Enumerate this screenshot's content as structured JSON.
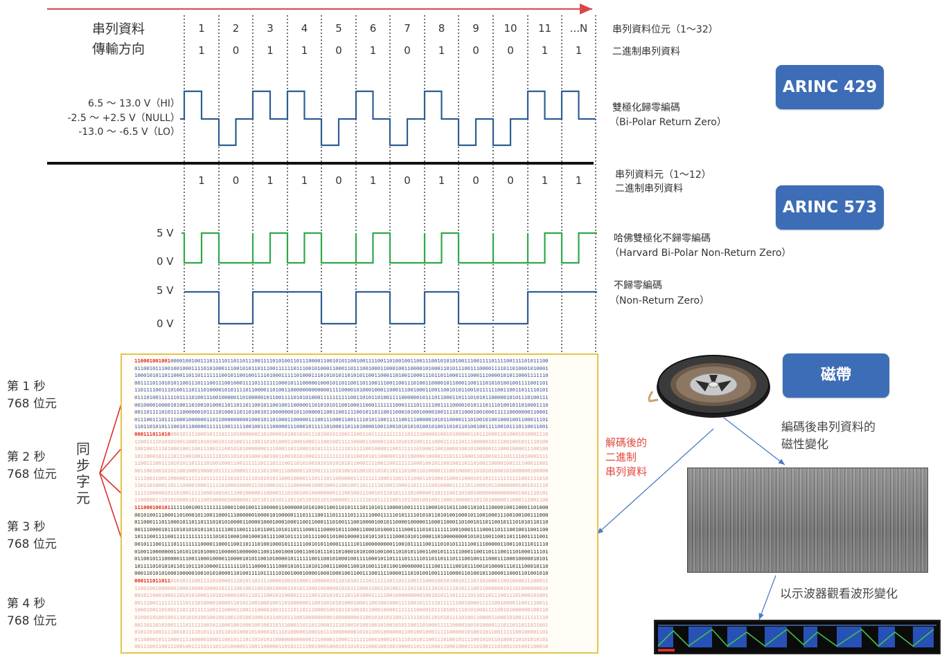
{
  "header": {
    "direction_line1": "串列資料",
    "direction_line2": "傳輸方向"
  },
  "bit_positions": [
    "1",
    "2",
    "3",
    "4",
    "5",
    "6",
    "7",
    "8",
    "9",
    "10",
    "11",
    "...N"
  ],
  "row_binary_429": [
    "1",
    "0",
    "1",
    "1",
    "0",
    "1",
    "0",
    "1",
    "0",
    "0",
    "1",
    "1"
  ],
  "row_binary_573": [
    "1",
    "0",
    "1",
    "1",
    "0",
    "1",
    "0",
    "1",
    "0",
    "0",
    "1",
    "1"
  ],
  "right_labels": {
    "bit_position_label": "串列資料位元（1～32）",
    "binary_label_429": "二進制串列資料",
    "bpr_zh": "雙極化歸零編碼",
    "bpr_en": "（Bi-Polar Return Zero）",
    "bit_position_label_573": "串列資料元（1～12）",
    "binary_label_573": "二進制串列資料",
    "hbp_zh": "哈佛雙極化不歸零編碼",
    "hbp_en": "（Harvard Bi-Polar Non-Return Zero）",
    "nrz_zh": "不歸零編碼",
    "nrz_en": "（Non-Return Zero）"
  },
  "voltage_labels": {
    "hi": "6.5 ～ 13.0 V（HI）",
    "null": "-2.5 ～ +2.5 V（NULL）",
    "lo": "-13.0 ～ -6.5 V（LO）",
    "v5_a": "5 V",
    "v0_a": "0 V",
    "v5_b": "5 V",
    "v0_b": "0 V"
  },
  "badges": {
    "arinc429": "ARINC 429",
    "arinc573": "ARINC 573",
    "tape": "磁帶"
  },
  "seconds": [
    {
      "title": "第 1 秒",
      "count": "768 位元"
    },
    {
      "title": "第 2 秒",
      "count": "768 位元"
    },
    {
      "title": "第 3 秒",
      "count": "768 位元"
    },
    {
      "title": "第 4 秒",
      "count": "768 位元"
    }
  ],
  "sync_label": "同步字元",
  "decoded_label": [
    "解碼後的",
    "二進制",
    "串列資料"
  ],
  "tape_note": [
    "編碼後串列資料的",
    "磁性變化"
  ],
  "scope_note": "以示波器觀看波形變化",
  "binary_blocks": [
    {
      "sync_bits": "110001001001",
      "color": "blue"
    },
    {
      "sync_bits": "000111011010",
      "color": "pink"
    },
    {
      "sync_bits": "111000100101",
      "color": "dark"
    },
    {
      "sync_bits": "000111011011",
      "color": "pink"
    }
  ],
  "colors": {
    "direction_arrow": "#d8464a",
    "arinc429_wave": "#2d5d93",
    "harvard_wave": "#2ea84a",
    "nrz_wave": "#2d5d93",
    "divider": "#111111",
    "badge": "#3d6db6",
    "sync_highlight": "#e02a20",
    "binbox_border": "#e3c44a"
  }
}
